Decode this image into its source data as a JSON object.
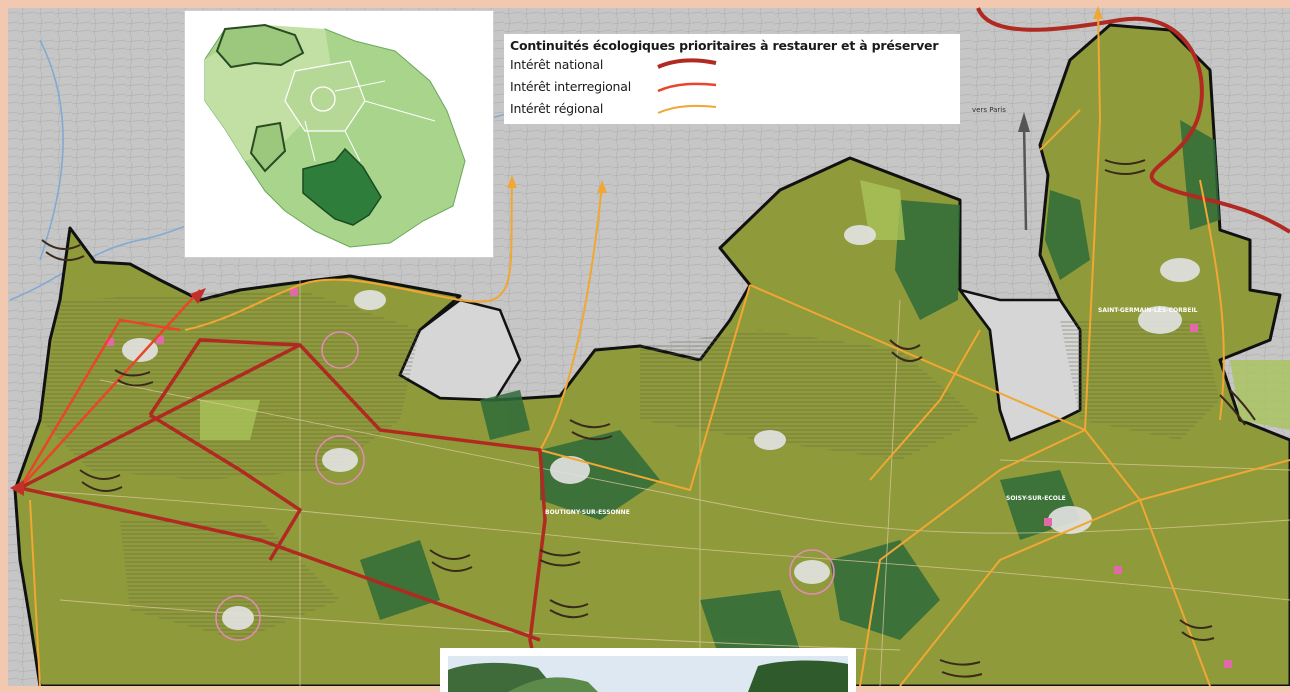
{
  "legend": {
    "title": "Continuités écologiques prioritaires à restaurer et à préserver",
    "items": [
      {
        "label": "Intérêt national",
        "color": "#b02a22",
        "width": 4
      },
      {
        "label": "Intérêt interregional",
        "color": "#e8452a",
        "width": 2.5
      },
      {
        "label": "Intérêt régional",
        "color": "#f0a733",
        "width": 2
      }
    ]
  },
  "places": [
    {
      "label": "vers Paris"
    },
    {
      "label": "SAINT-GERMAIN-LÈS-CORBEIL"
    },
    {
      "label": "SOISY-SUR-ECOLE"
    },
    {
      "label": "BOUTIGNY-SUR-ESSONNE"
    }
  ],
  "colors": {
    "farmland": "#8c9a3c",
    "forest": "#2f6b3a",
    "urban_outside": "#c8c8c8",
    "outline": "#111111",
    "inset_light": "#a9d48b",
    "inset_dark": "#2e7d3a"
  }
}
